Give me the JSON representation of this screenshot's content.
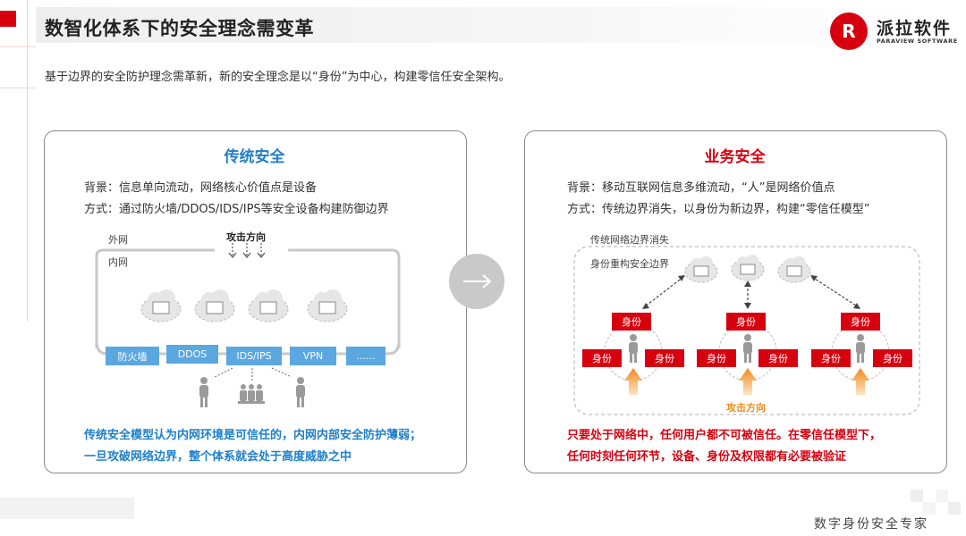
{
  "header": {
    "title": "数智化体系下的安全理念需变革",
    "subtitle": "基于边界的安全防护理念需革新，新的安全理念是以“身份”为中心，构建零信任安全架构。",
    "logo_mark": "R",
    "logo_cn": "派拉软件",
    "logo_en": "PARAVIEW SOFTWARE"
  },
  "left_panel": {
    "title": "传统安全",
    "background": "背景：信息单向流动，网络核心价值点是设备",
    "method": "方式：通过防火墙/DDOS/IDS/IPS等安全设备构建防御边界",
    "outer_net": "外网",
    "inner_net": "内网",
    "attack_direction": "攻击方向",
    "devices": [
      "防火墙",
      "DDOS",
      "IDS/IPS",
      "VPN",
      "......"
    ],
    "note_line1": "传统安全模型认为内网环境是可信任的，内网内部安全防护薄弱；",
    "note_line2": "一旦攻破网络边界，整个体系就会处于高度威胁之中"
  },
  "right_panel": {
    "title": "业务安全",
    "background": "背景：移动互联网信息多维流动，“人”是网络价值点",
    "method": "方式：传统边界消失，以身份为新边界，构建“零信任模型”",
    "label_boundary_gone": "传统网络边界消失",
    "label_identity_boundary": "身份重构安全边界",
    "identity_label": "身份",
    "attack_direction": "攻击方向",
    "note_line1": "只要处于网络中，任何用户都不可被信任。在零信任模型下，",
    "note_line2": "任何时刻任何环节，设备、身份及权限都有必要被验证"
  },
  "footer": {
    "slogan": "数字身份安全专家"
  },
  "colors": {
    "brand_red": "#d7000f",
    "blue": "#1e7fc8",
    "device_blue": "#5ba7e0",
    "orange": "#f08a1c"
  }
}
